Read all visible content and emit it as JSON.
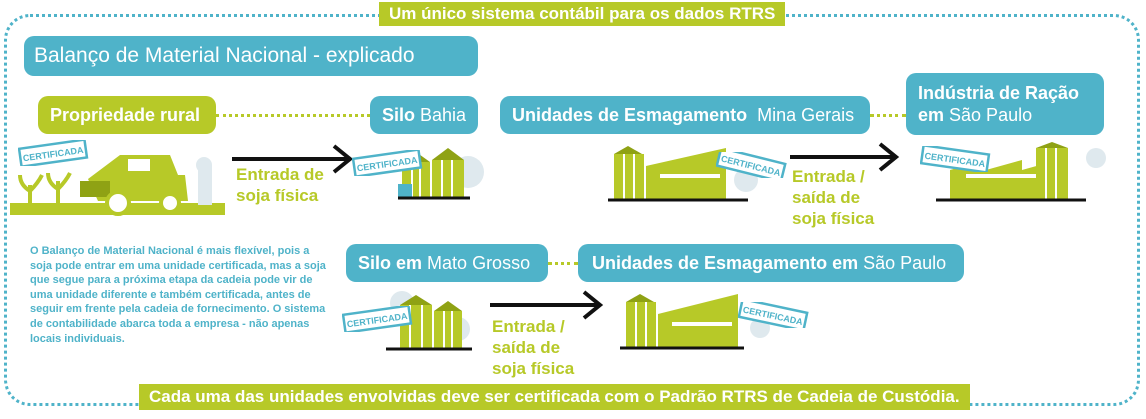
{
  "top_banner": "Um único sistema contábil para os dados RTRS",
  "title": "Balanço de Material Nacional - explicado",
  "nodes": {
    "farm": "Propriedade rural",
    "silo_bahia": {
      "bold": "Silo",
      "normal": "Bahia"
    },
    "crush_mg": {
      "bold": "Unidades de Esmagamento",
      "normal": "Mina Gerais"
    },
    "feed_sp": {
      "bold_line1": "Indústria de Ração",
      "bold_line2": "em",
      "normal": "São Paulo"
    },
    "silo_mt": {
      "bold": "Silo em",
      "normal": "Mato Grosso"
    },
    "crush_sp": {
      "bold": "Unidades de Esmagamento em",
      "normal": "São Paulo"
    }
  },
  "flow_labels": {
    "entrada_1": [
      "Entrada de",
      "soja física"
    ],
    "entrada_saida_1": [
      "Entrada /",
      "saída de",
      "soja física"
    ],
    "entrada_saida_2": [
      "Entrada /",
      "saída de",
      "soja física"
    ]
  },
  "cert_label": "CERTIFICADA",
  "note": "O Balanço de Material Nacional é mais flexível, pois a soja pode entrar em uma unidade certificada, mas a soja que segue para a próxima etapa da cadeia pode vir de uma unidade diferente e também certificada, antes de seguir em frente pela cadeia de fornecimento. O sistema de contabilidade abarca toda a empresa - não apenas locais individuais.",
  "bottom_banner": "Cada uma das unidades envolvidas deve ser certificada com o Padrão RTRS de Cadeia de Custódia.",
  "colors": {
    "blue": "#4fb3c9",
    "green": "#b7c928",
    "dark_green": "#8fa214",
    "black": "#111111"
  }
}
